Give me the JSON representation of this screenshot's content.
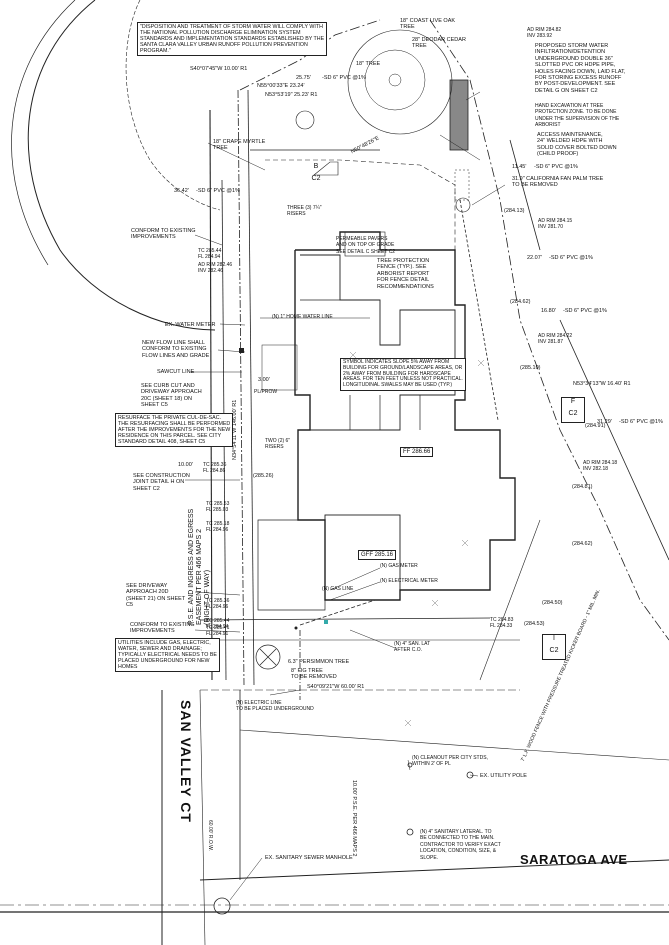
{
  "notes": {
    "storm_water": "\"DISPOSITION AND TREATMENT OF STORM WATER WILL COMPLY WITH\nTHE NATIONAL POLLUTION DISCHARGE ELIMINATION SYSTEM\nSTANDARDS AND IMPLEMENTATION STANDARDS ESTABLISHED BY THE\nSANTA CLARA VALLEY URBAN RUNOFF POLLUTION PREVENTION\nPROGRAM.\"",
    "resurface": "RESURFACE THE PRIVATE CUL-DE-SAC.\nTHE RESURFACING SHALL BE PERFORMED\nAFTER THE IMPROVEMENTS FOR THE NEW\nRESIDENCE ON THIS PARCEL. SEE CITY\nSTANDARD DETAIL 408, SHEET C5",
    "utilities": "UTILITIES INCLUDE GAS, ELECTRIC,\nWATER, SEWER AND DRAINAGE;\nTYPICALLY ELECTRICAL NEEDS TO BE\nPLACED UNDERGROUND FOR NEW\nHOMES",
    "slope_symbol": "SYMBOL INDICATES SLOPE 5% AWAY FROM\nBUILDING FOR GROUND/LANDSCAPE AREAS, OR\n2% AWAY FROM BUILDING FOR HARDSCAPE\nAREAS. FOR TEN FEET UNLESS NOT PRACTICAL.\nLONGITUDINAL SWALES MAY BE USED (TYP.)"
  },
  "trees": {
    "coast_live_oak": "18\" COAST LIVE OAK\nTREE",
    "deodar_cedar": "28\" DEODAR CEDAR\nTREE",
    "tree_18": "18\" TREE",
    "crape_myrtle": "18\" CRAPE MYRTLE\nTREE",
    "fan_palm": "31.9\" CALIFORNIA FAN PALM TREE\nTO BE REMOVED",
    "persimmon": "6.3\" PERSIMMON TREE",
    "fig": "8\" FIG TREE\nTO BE REMOVED"
  },
  "callouts": {
    "storm_water_infiltration": "PROPOSED STORM WATER\nINFILTRATION/DETENTION\nUNDERGROUND DOUBLE 36\"\nSLOTTED PVC OR HDPE PIPE,\nHOLES FACING DOWN, LAID FLAT,\nFOR STORING EXCESS RUNOFF\nBY POST-DEVELOPMENT. SEE\nDETAIL G ON SHEET C2",
    "hand_excavation": "HAND EXCAVATION AT TREE\nPROTECTION ZONE. TO BE DONE\nUNDER THE SUPERVISION OF THE\nARBORIST",
    "access_maintenance": "ACCESS MAINTENANCE,\n24\" WELDED HDPE WITH\nSOLID COVER BOLTED DOWN\n(CHILD PROOF)",
    "conform_existing_top": "CONFORM TO EXISTING\nIMPROVEMENTS",
    "permeable_pavers": "PERMEABLE PAVERS\nAND ON TOP OF GRADE\nSEE DETAIL C SHEET C2",
    "tree_protection": "TREE PROTECTION\nFENCE (TYP.). SEE\nARBORIST REPORT\nFOR FENCE DETAIL\nRECOMMENDATIONS",
    "three_risers": "THREE (3) 7¼\"\nRISERS",
    "water_meter_existing": "EX. WATER METER",
    "home_water_line": "(N) 1\" HOME WATER LINE",
    "new_flow_line": "NEW FLOW LINE SHALL\nCONFORM TO EXISTING\nFLOW LINES AND GRADE",
    "sawcut_line": "SAWCUT LINE",
    "curb_cut": "SEE CURB CUT AND\nDRIVEWAY APPROACH\n20C (SHEET 18) ON\nSHEET C5",
    "two_risers": "TWO (2) 6\"\nRISERS",
    "construction_joint": "SEE CONSTRUCTION\nJOINT DETAIL H ON\nSHEET C2",
    "driveway_approach": "SEE DRIVEWAY\nAPPROACH 20D\n(SHEET 21) ON SHEET\nC5",
    "gas_meter": "(N) GAS METER",
    "electrical_meter": "(N) ELECTRICAL METER",
    "gas_line": "(N) GAS LINE",
    "conform_existing_bottom": "CONFORM TO EXISTING\nIMPROVEMENTS",
    "sanitary_lat": "(N) 4\" SAN. LAT\nAFTER C.O.",
    "electric_line": "(N) ELECTRIC LINE\nTO BE PLACED UNDERGROUND",
    "cleanout": "(N) CLEANOUT PER CITY STDS,\nWITHIN 2' OF PL",
    "utility_pole": "EX. UTILITY POLE",
    "sanitary_lateral": "(N) 4\" SANITARY LATERAL. TO\nBE CONNECTED TO THE MAIN.\nCONTRACTOR TO VERIFY EXACT\nLOCATION, CONDITION, SIZE, &\nSLOPE.",
    "sewer_manhole": "EX. SANITARY SEWER MANHOLE",
    "pl_prow": "PL/PROW",
    "fence_note": "7' L.F. WOOD FENCE WITH PRESSURE TREATED KICKER BOARD - 1\" MIL. MIN."
  },
  "bearings": {
    "s40_10": "S40°07'45\"W 10.00' R1",
    "n55": "N55°00'33\"E 23.24'",
    "n53_19": "N53°53'19\" 25.23' R1",
    "n50": "N50°48'26\"E",
    "n53_34": "N53°34'13\"W 16.40' R1",
    "s40_09": "S40°09'21\"W 60.00' R1",
    "n34": "N34°54'11\"W 146.00' R1",
    "pse": "P.S.E. AND INGRESS AND EGRESS\nEASEMENT PER 466 MAPS 2\n(RIGHT OF WAY)",
    "pse_right": "10.00' P.S.E. PER 466 MAPS 2",
    "dim_2575": "25.75'",
    "dim_3642": "36.42'",
    "dim_1145": "11.45'",
    "dim_2207": "22.07'",
    "dim_1680": "16.80'",
    "dim_3129": "31.29'",
    "dim_3": "3.00'",
    "dim_10": "10.00'"
  },
  "pipes": {
    "sd6_a": "-SD 6\" PVC @1%",
    "sd6_b": "-SD 6\" PVC @1%",
    "sd6_c": "-SD 6\" PVC @1%",
    "sd6_d": "-SD 6\" PVC @1%",
    "sd6_e": "-SD 6\" PVC @1%",
    "sd6_f": "-SD 6\" PVC @1%"
  },
  "elevations": {
    "ff": "FF 286.66",
    "gff": "GFF 285.16",
    "ad_rim_top": "AD RIM 284.82\nINV 283.92",
    "ad_rim_2": "AD RIM 284.15\nINV 281.70",
    "ad_rim_3": "AD RIM 284.22\nINV 281.87",
    "ad_rim_4": "AD RIM 284.18\nINV 282.18",
    "ad_rim_left": "AD RIM 282.46\nINV 282.46",
    "tc_top": "TC 285.44\nFL 284.94",
    "tc_mid": "TC 285.36\nFL 284.86",
    "tc_lower": "TC 285.53\nFL 285.03",
    "tc_drv1": "TC 285.18\nFL 284.96",
    "tc_drv2": "TC 285.36\nFL 284.96",
    "tc_bot": "TC 285.44\nFL 284.94",
    "tc_end": "TC 285.41\nFL 284.91",
    "tc_right": "TC 284.83\nFL 284.33",
    "e28413": "(284.13)",
    "e28462": "(284.62)",
    "e28510": "(285.10)",
    "e28491": "(284.91)",
    "e28481": "(284.81)",
    "e28462b": "(284.62)",
    "e28450": "(284.50)",
    "e28453": "(284.53)",
    "e28526": "(285.26)"
  },
  "sections": {
    "b_letter": "B",
    "b_sheet": "C2",
    "f_letter": "F",
    "f_sheet": "C2",
    "i_letter": "I",
    "i_sheet": "C2"
  },
  "streets": {
    "san_valley_ct": "SAN VALLEY CT",
    "saratoga_ave": "SARATOGA AVE",
    "row_width": "60.00' R.O.W."
  }
}
